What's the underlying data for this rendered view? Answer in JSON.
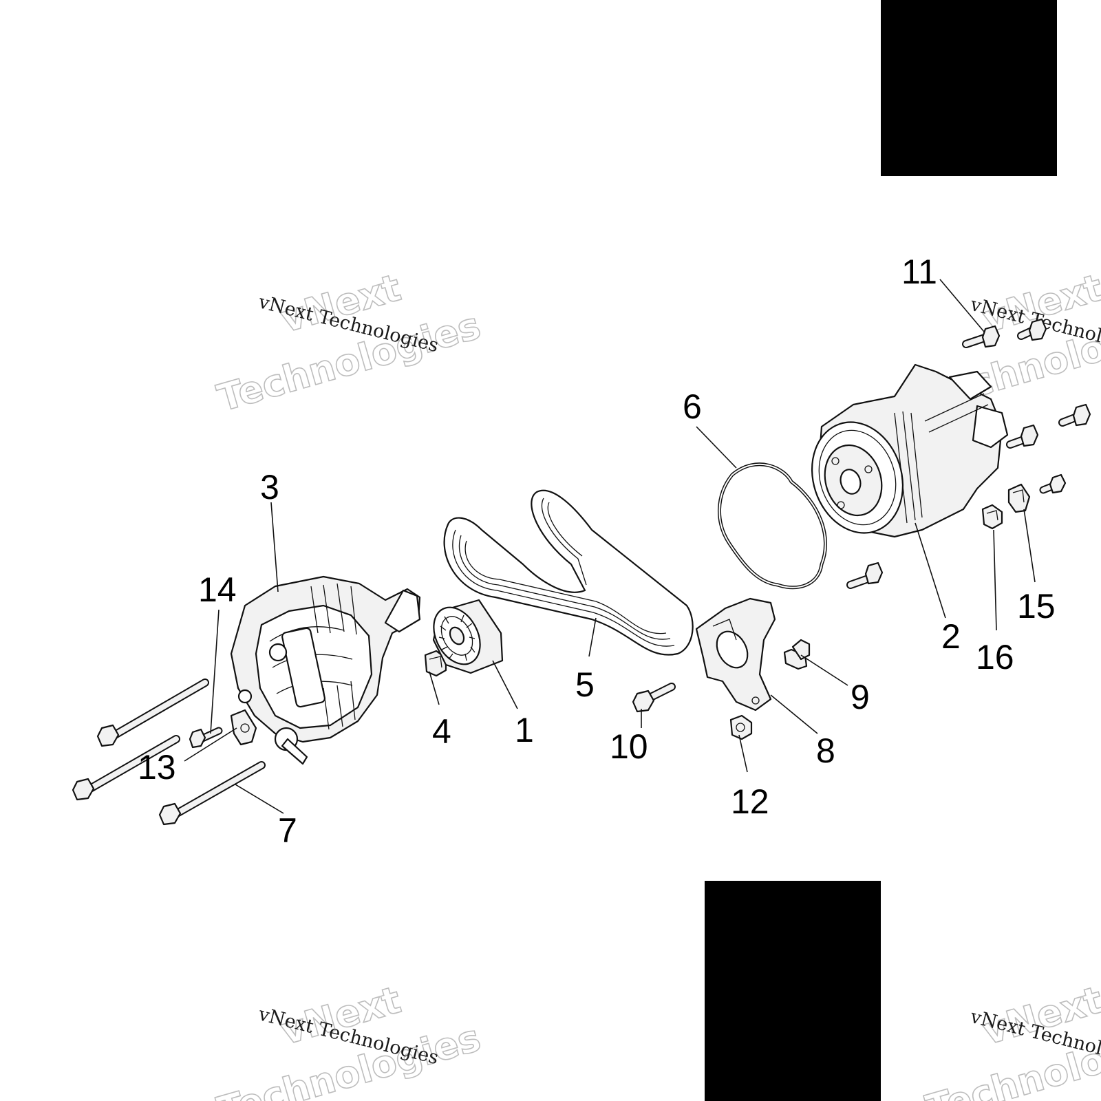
{
  "watermark": {
    "line1": "vNext",
    "line2": "Technologies",
    "small": "vNext Technologies"
  },
  "callouts": {
    "c1": "1",
    "c2": "2",
    "c3": "3",
    "c4": "4",
    "c5": "5",
    "c6": "6",
    "c7": "7",
    "c8": "8",
    "c9": "9",
    "c10": "10",
    "c11": "11",
    "c12": "12",
    "c13": "13",
    "c14": "14",
    "c15": "15",
    "c16": "16"
  },
  "colors": {
    "line": "#111111",
    "part_fill": "#f2f2f2",
    "redaction": "#000000",
    "watermark": "#bdbdbd"
  }
}
